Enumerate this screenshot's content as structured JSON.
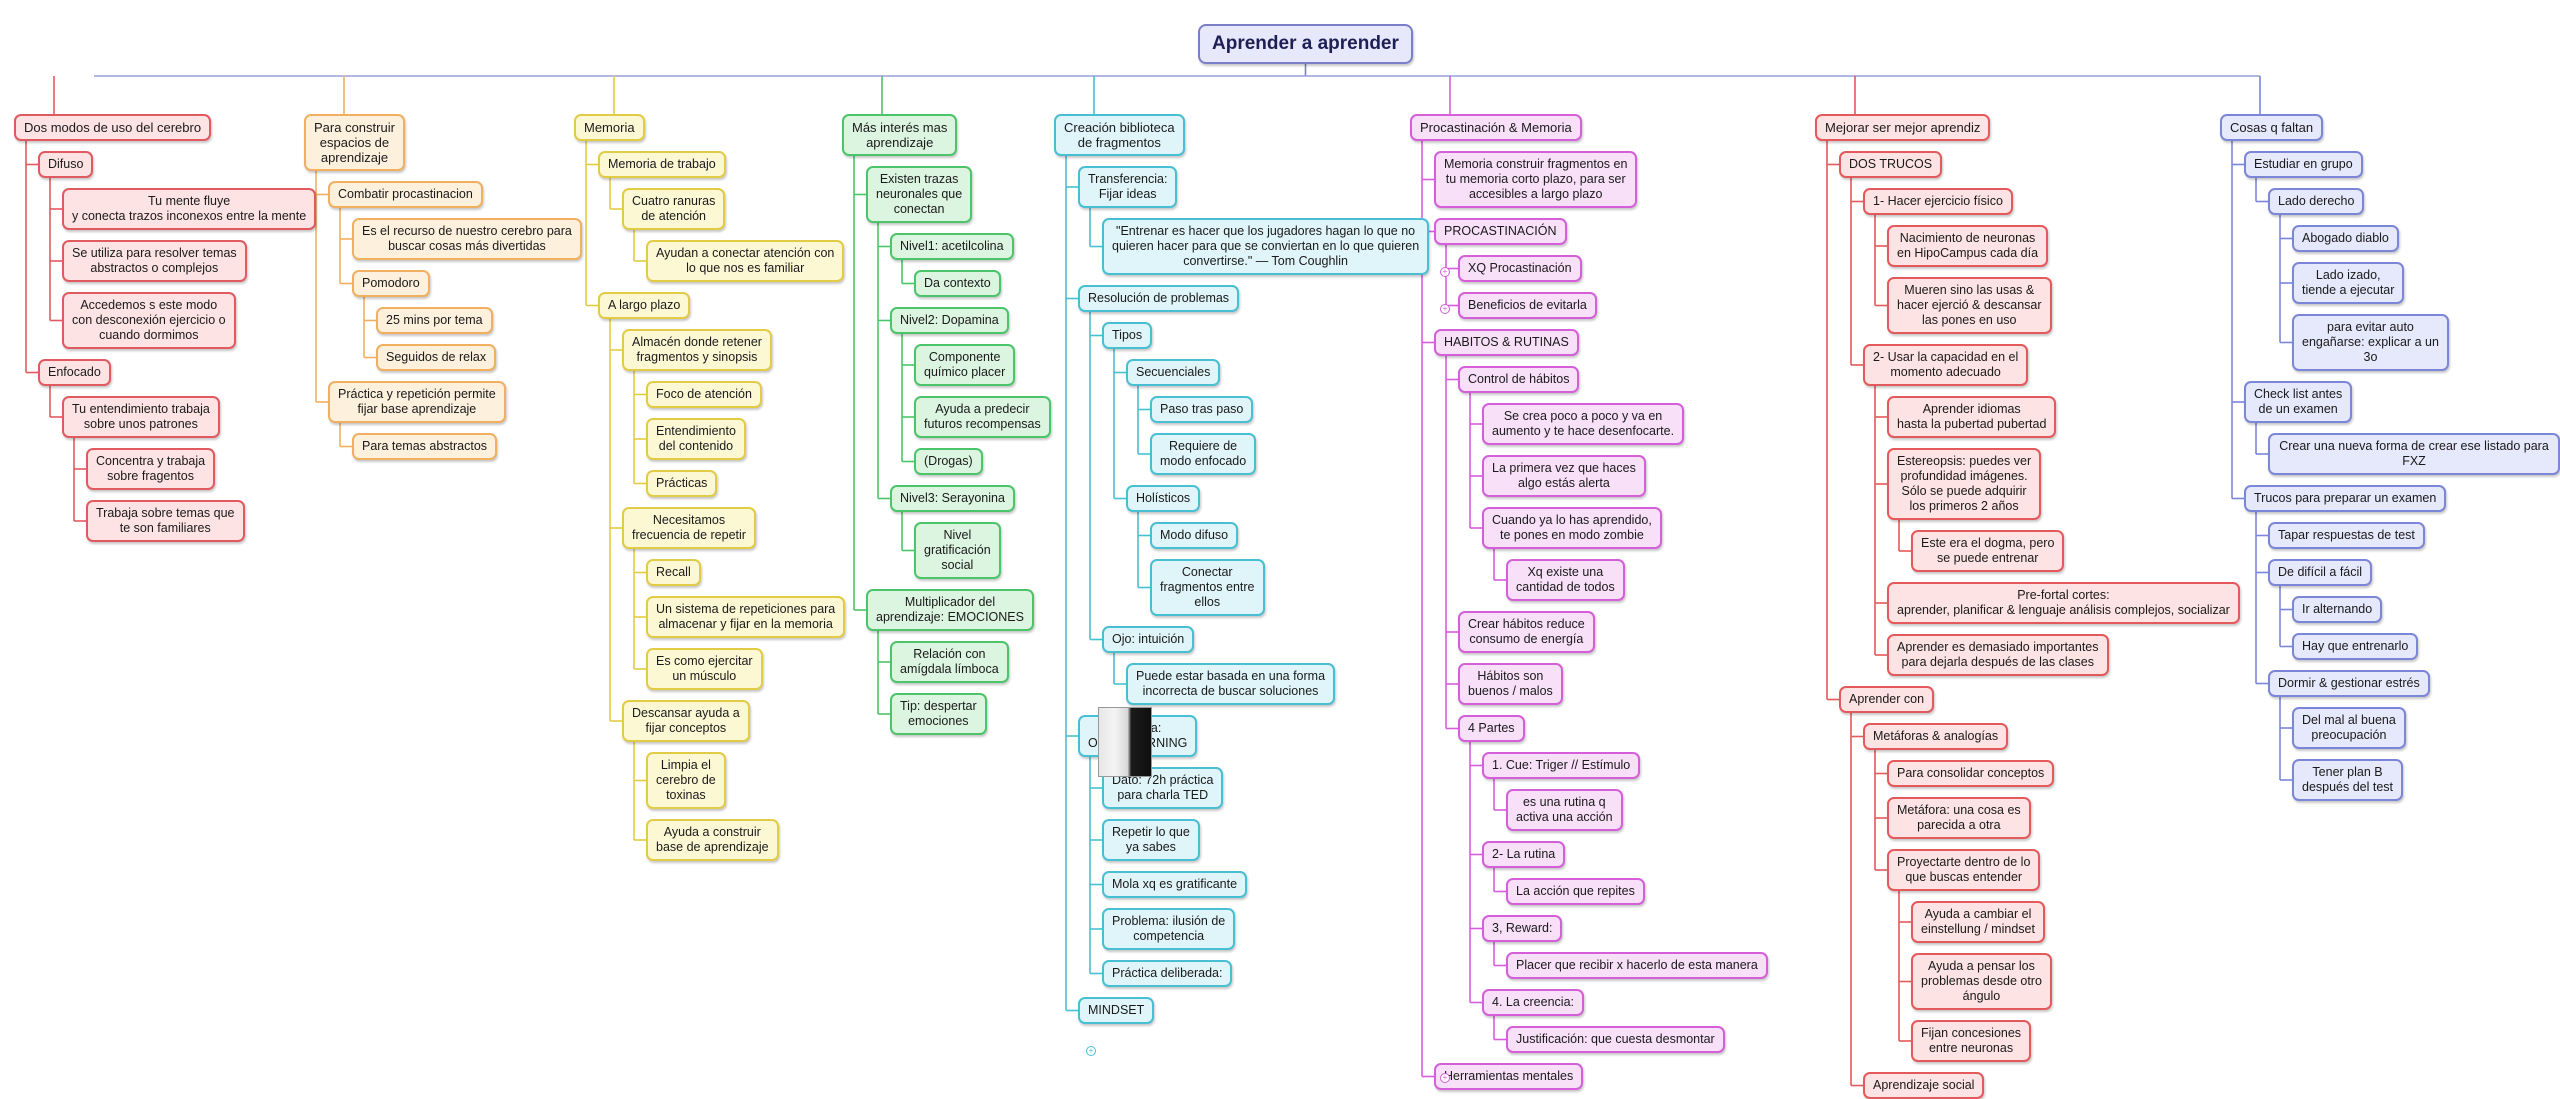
{
  "root": "Aprender a aprender",
  "colors": [
    "#e05a60",
    "#f0b060",
    "#e3cc45",
    "#4cc56a",
    "#49bfd3",
    "#d45fd8",
    "#e3595c",
    "#7b86d8"
  ],
  "icons": {
    "collapsed_toggle": "plus-circle-icon",
    "image_node": "photo-thumbnail"
  },
  "branches": [
    {
      "label": "Dos modos de uso del cerebro",
      "children": [
        {
          "label": "Difuso",
          "children": [
            {
              "label": "Tu mente fluye\ny conecta trazos inconexos entre la mente"
            },
            {
              "label": "Se utiliza para resolver temas\nabstractos o complejos"
            },
            {
              "label": "Accedemos s este modo\ncon desconexión ejercicio o\ncuando dormimos"
            }
          ]
        },
        {
          "label": "Enfocado",
          "children": [
            {
              "label": "Tu entendimiento trabaja\nsobre unos patrones",
              "children": [
                {
                  "label": "Concentra y trabaja\nsobre fragentos"
                },
                {
                  "label": "Trabaja sobre temas que\nte son familiares"
                }
              ]
            }
          ]
        }
      ]
    },
    {
      "label": "Para construir\nespacios de\naprendizaje",
      "children": [
        {
          "label": "Combatir procastinacion",
          "children": [
            {
              "label": "Es el recurso de nuestro cerebro para\nbuscar cosas más divertidas"
            },
            {
              "label": "Pomodoro",
              "children": [
                {
                  "label": "25 mins por tema"
                },
                {
                  "label": "Seguidos de relax"
                }
              ]
            }
          ]
        },
        {
          "label": "Práctica y repetición permite\nfijar base aprendizaje",
          "children": [
            {
              "label": "Para temas abstractos"
            }
          ]
        }
      ]
    },
    {
      "label": "Memoria",
      "children": [
        {
          "label": "Memoria de trabajo",
          "children": [
            {
              "label": "Cuatro ranuras\nde atención",
              "children": [
                {
                  "label": "Ayudan a conectar atención con\nlo que nos es familiar"
                }
              ]
            }
          ]
        },
        {
          "label": "A largo plazo",
          "children": [
            {
              "label": "Almacén donde retener\nfragmentos y sinopsis",
              "children": [
                {
                  "label": "Foco de atención"
                },
                {
                  "label": "Entendimiento\ndel contenido"
                },
                {
                  "label": "Prácticas"
                }
              ]
            },
            {
              "label": "Necesitamos\nfrecuencia de repetir",
              "children": [
                {
                  "label": "Recall"
                },
                {
                  "label": "Un sistema de repeticiones para\nalmacenar y fijar en la memoria"
                },
                {
                  "label": "Es como ejercitar\nun músculo"
                }
              ]
            },
            {
              "label": "Descansar ayuda a\nfijar conceptos",
              "children": [
                {
                  "label": "Limpia el\ncerebro de\ntoxinas"
                },
                {
                  "label": "Ayuda a construir\nbase de aprendizaje"
                }
              ]
            }
          ]
        }
      ]
    },
    {
      "label": "Más interés mas\naprendizaje",
      "children": [
        {
          "label": "Existen trazas\nneuronales que\nconectan",
          "children": [
            {
              "label": "Nivel1: acetilcolina",
              "children": [
                {
                  "label": "Da contexto"
                }
              ]
            },
            {
              "label": "Nivel2: Dopamina",
              "children": [
                {
                  "label": "Componente\nquímico placer"
                },
                {
                  "label": "Ayuda a predecir\nfuturos recompensas"
                },
                {
                  "label": "(Drogas)"
                }
              ]
            },
            {
              "label": "Nivel3: Serayonina",
              "children": [
                {
                  "label": "Nivel\ngratificación\nsocial"
                }
              ]
            }
          ]
        },
        {
          "label": "Multiplicador del\naprendizaje: EMOCIONES",
          "children": [
            {
              "label": "Relación con\namígdala límboca"
            },
            {
              "label": "Tip: despertar\nemociones"
            }
          ]
        }
      ]
    },
    {
      "label": "Creación biblioteca\nde fragmentos",
      "children": [
        {
          "label": "Transferencia:\nFijar ideas",
          "children": [
            {
              "label": "\"Entrenar es hacer que los jugadores hagan lo que no\nquieren hacer para que se conviertan en lo que quieren\nconvertirse.\" — Tom Coughlin"
            }
          ]
        },
        {
          "label": "Resolución de problemas",
          "children": [
            {
              "label": "Tipos",
              "children": [
                {
                  "label": "Secuenciales",
                  "children": [
                    {
                      "label": "Paso tras paso"
                    },
                    {
                      "label": "Requiere de\nmodo enfocado"
                    }
                  ]
                },
                {
                  "label": "Holísticos",
                  "children": [
                    {
                      "label": "Modo difuso"
                    },
                    {
                      "label": "Conectar\nfragmentos entre\nellos"
                    }
                  ]
                }
              ]
            },
            {
              "label": "Ojo: intuición",
              "children": [
                {
                  "label": "Puede estar basada en una forma\nincorrecta de buscar soluciones"
                }
              ]
            }
          ]
        },
        {
          "label": "Técnica:\nOVERLEARNING",
          "children": [
            {
              "label": "Dato: 72h práctica\npara charla TED"
            },
            {
              "label": "Repetir lo que\nya sabes"
            },
            {
              "label": "Mola xq es gratificante"
            },
            {
              "label": "Problema: ilusión de\ncompetencia"
            },
            {
              "label": "Práctica deliberada:"
            }
          ]
        },
        {
          "label": "MINDSET"
        }
      ]
    },
    {
      "label": "Procastinación & Memoria",
      "children": [
        {
          "label": "Memoria construir fragmentos en\ntu memoria corto plazo, para ser\naccesibles a largo plazo"
        },
        {
          "label": "PROCASTINACIÓN",
          "children": [
            {
              "label": "XQ Procastinación"
            },
            {
              "label": "Beneficios de evitarla"
            }
          ]
        },
        {
          "label": "HABITOS & RUTINAS",
          "children": [
            {
              "label": "Control de hábitos",
              "children": [
                {
                  "label": "Se crea poco a poco y va en\naumento y te hace desenfocarte."
                },
                {
                  "label": "La primera vez que haces\nalgo estás alerta"
                },
                {
                  "label": "Cuando ya lo has aprendido,\nte pones en modo zombie",
                  "children": [
                    {
                      "label": "Xq existe una\ncantidad de todos"
                    }
                  ]
                }
              ]
            },
            {
              "label": "Crear hábitos reduce\nconsumo de energía"
            },
            {
              "label": "Hábitos son\nbuenos / malos"
            },
            {
              "label": "4 Partes",
              "children": [
                {
                  "label": "1. Cue: Triger // Estímulo",
                  "children": [
                    {
                      "label": "es una rutina q\nactiva una acción"
                    }
                  ]
                },
                {
                  "label": "2- La rutina",
                  "children": [
                    {
                      "label": "La acción que repites"
                    }
                  ]
                },
                {
                  "label": "3, Reward:",
                  "children": [
                    {
                      "label": "Placer que recibir x hacerlo de esta manera"
                    }
                  ]
                },
                {
                  "label": "4. La creencia:",
                  "children": [
                    {
                      "label": "Justificación: que cuesta desmontar"
                    }
                  ]
                }
              ]
            }
          ]
        },
        {
          "label": "Herramientas mentales"
        }
      ]
    },
    {
      "label": "Mejorar ser mejor aprendiz",
      "children": [
        {
          "label": "DOS TRUCOS",
          "children": [
            {
              "label": "1- Hacer ejercicio físico",
              "children": [
                {
                  "label": "Nacimiento de neuronas\nen HipoCampus cada día"
                },
                {
                  "label": "Mueren sino las usas &\nhacer ejerció & descansar\nlas pones en uso"
                }
              ]
            },
            {
              "label": "2- Usar la capacidad en el\nmomento adecuado",
              "children": [
                {
                  "label": "Aprender idiomas\nhasta la pubertad pubertad"
                },
                {
                  "label": "Estereopsis: puedes ver\nprofundidad imágenes.\nSólo se puede adquirir\nlos primeros 2 años",
                  "children": [
                    {
                      "label": "Este era el dogma, pero\nse puede entrenar"
                    }
                  ]
                },
                {
                  "label": "Pre-fortal cortes:\naprender, planificar & lenguaje análisis complejos, socializar"
                },
                {
                  "label": "Aprender es demasiado importantes\npara dejarla después de las clases"
                }
              ]
            }
          ]
        },
        {
          "label": "Aprender con",
          "children": [
            {
              "label": "Metáforas & analogías",
              "children": [
                {
                  "label": "Para consolidar conceptos"
                },
                {
                  "label": "Metáfora: una cosa es\nparecida a otra"
                },
                {
                  "label": "Proyectarte dentro de lo\nque buscas entender",
                  "children": [
                    {
                      "label": "Ayuda a cambiar el\neinstellung / mindset"
                    },
                    {
                      "label": "Ayuda a pensar los\nproblemas desde otro\nángulo"
                    },
                    {
                      "label": "Fijan concesiones\nentre neuronas"
                    }
                  ]
                }
              ]
            },
            {
              "label": "Aprendizaje social"
            }
          ]
        }
      ]
    },
    {
      "label": "Cosas q faltan",
      "children": [
        {
          "label": "Estudiar en grupo",
          "children": [
            {
              "label": "Lado derecho",
              "children": [
                {
                  "label": "Abogado diablo"
                },
                {
                  "label": "Lado izado,\ntiende a ejecutar"
                },
                {
                  "label": "para evitar auto\nengañarse: explicar a un\n3o"
                }
              ]
            }
          ]
        },
        {
          "label": "Check list antes\nde un examen",
          "children": [
            {
              "label": "Crear una nueva forma de crear ese listado para FXZ"
            }
          ]
        },
        {
          "label": "Trucos para preparar un examen",
          "children": [
            {
              "label": "Tapar respuestas de test"
            },
            {
              "label": "De difícil a fácil",
              "children": [
                {
                  "label": "Ir alternando"
                },
                {
                  "label": "Hay que entrenarlo"
                }
              ]
            },
            {
              "label": "Dormir & gestionar estrés",
              "children": [
                {
                  "label": "Del mal al buena\npreocupación"
                },
                {
                  "label": "Tener plan B\ndespués del test"
                }
              ]
            }
          ]
        }
      ]
    }
  ]
}
